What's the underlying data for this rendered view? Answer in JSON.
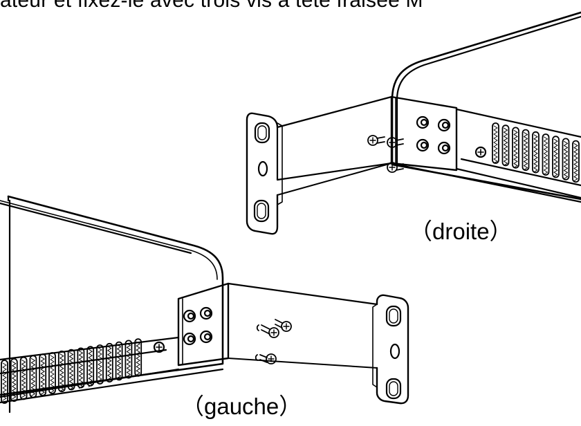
{
  "instruction_text": "ateur et fixez-le avec trois vis à tête fraisée M",
  "label_right": "（droite）",
  "label_left": "（gauche）"
}
